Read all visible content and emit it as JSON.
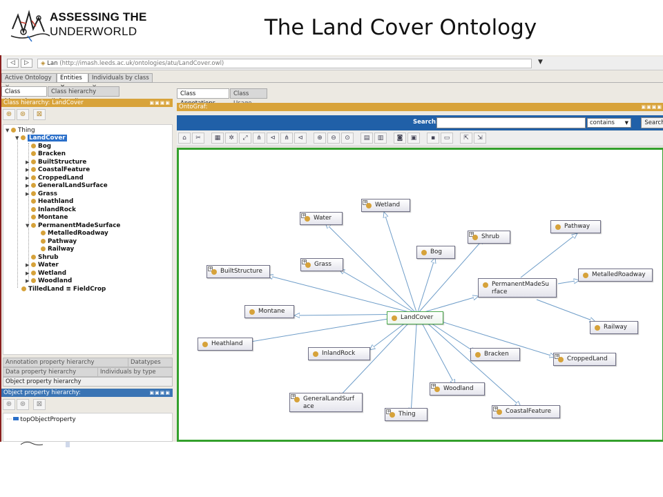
{
  "slide": {
    "logo_line1": "ASSESSING THE",
    "logo_line2": "UNDERWORLD",
    "title": "The Land Cover Ontology"
  },
  "app": {
    "address_prefix": "Lan",
    "address_url": "(http://imash.leeds.ac.uk/ontologies/atu/LandCover.owl)",
    "tabs": [
      {
        "label": "Active Ontology",
        "close": "×"
      },
      {
        "label": "Entities",
        "close": "×"
      },
      {
        "label": "Individuals by class",
        "close": "×"
      }
    ],
    "left": {
      "subtabs": [
        "Class hierarchy",
        "Class hierarchy (inferred)"
      ],
      "class_header": "Class hierarchy: LandCover",
      "tree_root": "Thing",
      "tree_selected": "LandCover",
      "tree_children": [
        "Bog",
        "Bracken",
        "BuiltStructure",
        "CoastalFeature",
        "CroppedLand",
        "GeneralLandSurface",
        "Grass",
        "Heathland",
        "InlandRock",
        "Montane",
        "PermanentMadeSurface",
        "Shrub",
        "Water",
        "Wetland",
        "Woodland"
      ],
      "tree_sub_children": [
        "MetalledRoadway",
        "Pathway",
        "Railway"
      ],
      "tree_last": "TilledLand ≡ FieldCrop",
      "annotation_tab": "Annotation property hierarchy",
      "datatypes_tab": "Datatypes",
      "data_prop_tab": "Data property hierarchy",
      "individuals_tab": "Individuals by type",
      "object_prop_tab": "Object property hierarchy",
      "object_header": "Object property hierarchy:",
      "top_object_property": "topObjectProperty"
    },
    "right": {
      "tabs": [
        "Class Annotations",
        "Class Usage"
      ],
      "ontograf_header": "OntoGraf:",
      "search_label": "Search:",
      "search_value": "",
      "search_mode": "contains",
      "search_button": "Search"
    },
    "graph_nodes": {
      "center": "LandCover",
      "wetland": "Wetland",
      "water": "Water",
      "shrub": "Shrub",
      "pathway": "Pathway",
      "bog": "Bog",
      "grass": "Grass",
      "builtstructure": "BuiltStructure",
      "permanent_line1": "PermanentMadeSu",
      "permanent_line2": "rface",
      "metalled": "MetalledRoadway",
      "montane": "Montane",
      "railway": "Railway",
      "heathland": "Heathland",
      "inlandrock": "InlandRock",
      "bracken": "Bracken",
      "croppedland": "CroppedLand",
      "woodland": "Woodland",
      "general_line1": "GeneralLandSurf",
      "general_line2": "ace",
      "thing": "Thing",
      "coastal": "CoastalFeature"
    }
  },
  "colors": {
    "accent_orange": "#d8a33a",
    "selection_blue": "#2a6fc9",
    "search_bar": "#2060a8",
    "canvas_border": "#33a02c",
    "edge": "#6d9cc8"
  }
}
